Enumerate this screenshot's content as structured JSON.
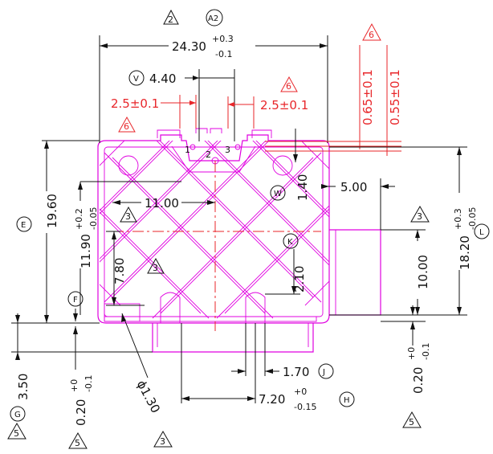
{
  "dimensions": {
    "overall_width": {
      "base": "24.30",
      "upper": "+0.3",
      "lower": "-0.1"
    },
    "pitch_v": {
      "text": "4.40",
      "tag": "V"
    },
    "pin_left": {
      "text": "2.5±0.1"
    },
    "pin_right": {
      "text": "2.5±0.1"
    },
    "pin_top_a": {
      "text": "0.65±0.1"
    },
    "pin_top_b": {
      "text": "0.55±0.1"
    },
    "height_e": {
      "text": "19.60",
      "tag": "E"
    },
    "height_inner": {
      "base": "11.90",
      "upper": "+0.2",
      "lower": "-0.05"
    },
    "width_11": {
      "text": "11.00"
    },
    "w_140": {
      "text": "1.40",
      "tag": "W"
    },
    "five": {
      "text": "5.00"
    },
    "height_l": {
      "base": "18.20",
      "upper": "+0.3",
      "lower": "-0.05",
      "tag": "L"
    },
    "ten": {
      "text": "10.00"
    },
    "k_210": {
      "text": "2.10",
      "tag": "K"
    },
    "left_780": {
      "text": "7.80"
    },
    "f_tag": {
      "tag": "F"
    },
    "g_350": {
      "text": "3.50",
      "tag": "G"
    },
    "bottom_020_a": {
      "base": "0.20",
      "upper": "+0",
      "lower": "-0.1"
    },
    "bottom_020_b": {
      "base": "0.20",
      "upper": "+0",
      "lower": "-0.1"
    },
    "dia_130": {
      "text": "ϕ1.30"
    },
    "j_170": {
      "text": "1.70",
      "tag": "J"
    },
    "h_720": {
      "base": "7.20",
      "upper": "+0",
      "lower": "-0.15",
      "tag": "H"
    }
  },
  "pin_numbers": [
    "1",
    "2",
    "3"
  ],
  "header_tags": {
    "triangle": "2",
    "circle": "A2"
  },
  "revision_triangles": {
    "red_top": "6",
    "red_mid": "6",
    "red_left": "6",
    "black_left_3": "3",
    "black_mid_3": "3",
    "black_right_3": "3",
    "black_bottom_3": "3",
    "black_5_left": "5",
    "black_5_mid": "5",
    "black_5_right": "5"
  },
  "colors": {
    "outline": "#e000e0",
    "dimension": "#111111",
    "revision": "#e8262a"
  }
}
